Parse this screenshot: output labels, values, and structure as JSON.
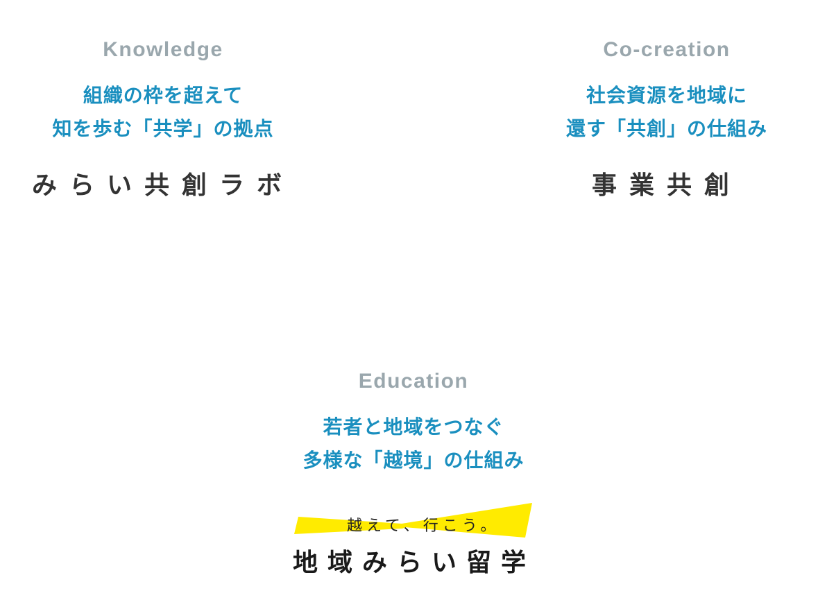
{
  "sections": [
    {
      "label": "Knowledge",
      "tagline_line1": "組織の枠を超えて",
      "tagline_line2": "知を歩む「共学」の拠点",
      "name": "みらい共創ラボ"
    },
    {
      "label": "Co-creation",
      "tagline_line1": "社会資源を地域に",
      "tagline_line2": "還す「共創」の仕組み",
      "name": "事業共創"
    },
    {
      "label": "Education",
      "tagline_line1": "若者と地域をつなぐ",
      "tagline_line2": "多様な「越境」の仕組み",
      "logo": {
        "catchphrase": "越えて、行こう。",
        "name": "地域みらい留学",
        "accent_color": "#ffeb00"
      }
    }
  ],
  "colors": {
    "label": "#9aa7ad",
    "tagline": "#1a8fbf",
    "name": "#333333"
  }
}
